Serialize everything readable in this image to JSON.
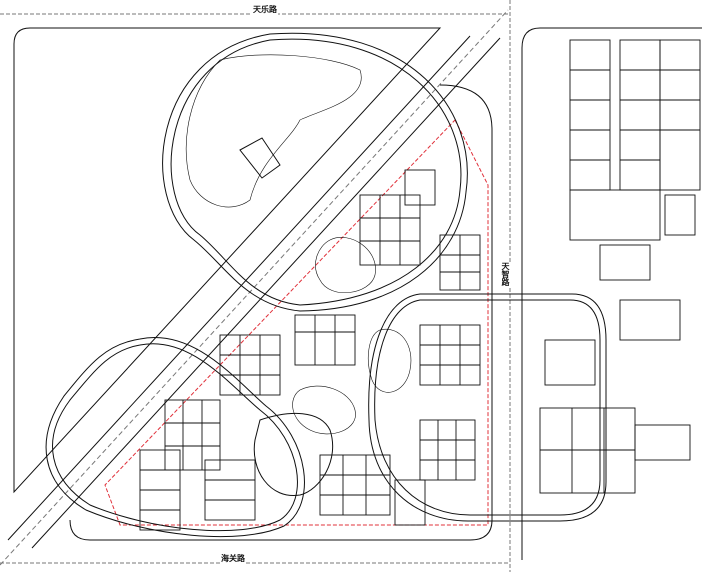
{
  "roads": {
    "north": "天乐路",
    "south": "海关路",
    "east": "天智路"
  },
  "colors": {
    "line": "#111111",
    "boundary": "#e0303a",
    "dash": "#777777"
  }
}
